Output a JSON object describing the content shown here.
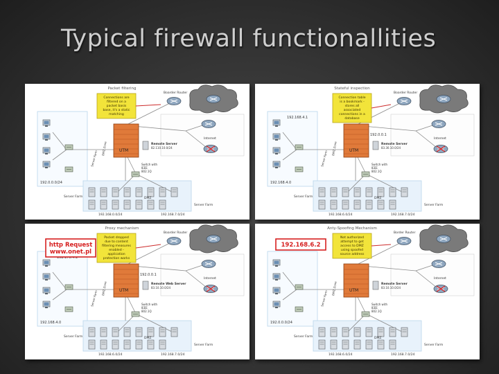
{
  "slide_title": "Typical firewall functionallities",
  "panels": [
    {
      "heading": "Packet filtering",
      "callout": [
        "Connections are",
        "filtered on a",
        "packet basis",
        "base, it's a static",
        "matching"
      ],
      "border_router": "Boarder Router",
      "internet": "Internet",
      "utm": "UTM",
      "ip_top": "",
      "ip_mid": "",
      "remote_server": "Remote Server",
      "remote_ip": "82.110.10.0/24",
      "switch": [
        "Switch with",
        "IEEE",
        "802.1Q"
      ],
      "lan_net": "192.0.0.0/24",
      "server_farm_left": "Server Farm",
      "dmz": "DMZ",
      "server_farm_right": "Server Farm",
      "net_left": "192.168.0.0/24",
      "net_right": "192.168.7.0/24"
    },
    {
      "heading": "Stateful inspection",
      "callout": [
        "Connection table",
        "is a bookmark -",
        "stores all",
        "associated",
        "connections in a",
        "database"
      ],
      "border_router": "Boarder Router",
      "internet": "Internet",
      "utm": "UTM",
      "ip_top": "192.168.4.1",
      "ip_mid": "192.0.0.1",
      "remote_server": "Remote Server",
      "remote_ip": "83.30.10.0/24",
      "switch": [
        "Switch with",
        "IEEE",
        "802.1Q"
      ],
      "lan_net": "192.168.4.0",
      "server_farm_left": "Server Farm",
      "dmz": "DMZ",
      "server_farm_right": "Server Farm",
      "net_left": "192.168.6.0/24",
      "net_right": "192.168.7.0/24"
    },
    {
      "heading": "Proxy mechanism",
      "callout": [
        "Packet dropped",
        "due to content",
        "filtering measures",
        "enabled -",
        "application",
        "protection works"
      ],
      "red_label": [
        "http Request",
        "www.onet.pl"
      ],
      "border_router": "Boarder Router",
      "internet": "Internet",
      "utm": "UTM",
      "ip_top": "192.170.4.1",
      "ip_mid": "192.0.0.1",
      "remote_server": "Remote Web Server",
      "remote_ip": "83.10.10.0/24",
      "switch": [
        "Switch with",
        "IEEE",
        "802.1Q"
      ],
      "lan_net": "192.168.4.0",
      "server_farm_left": "Server Farm",
      "dmz": "DMZ",
      "server_farm_right": "Server Farm",
      "net_left": "192.168.6.0/24",
      "net_right": "192.168.7.0/24"
    },
    {
      "heading": "Anty-Spoofing Mechanism",
      "callout": [
        "Not authorized",
        "attempt to get",
        "access to DMZ",
        "using spoofed",
        "source address"
      ],
      "red_label": [
        "192.168.6.2"
      ],
      "border_router": "Border Router",
      "internet": "Internet",
      "utm": "UTM",
      "ip_top": "",
      "ip_mid": "",
      "remote_server": "Remote Server",
      "remote_ip": "83.10.10.0/24",
      "switch": [
        "Switch with",
        "IEEE",
        "802.1Q"
      ],
      "lan_net": "192.0.0.0/24",
      "server_farm_left": "Server Farm",
      "dmz": "DMZ",
      "server_farm_right": "Server Farm",
      "net_left": "192.168.6.0/24",
      "net_right": "192.168.7.0/24"
    }
  ],
  "colors": {
    "callout_fill": "#f2e43a",
    "callout_stroke": "#b8a51a",
    "firewall": "#e07a3a",
    "cloud": "#7a7a7a",
    "red_box": "#d62020",
    "zone_fill": "#e8f2fb",
    "zone_border": "#b9d6ec"
  }
}
